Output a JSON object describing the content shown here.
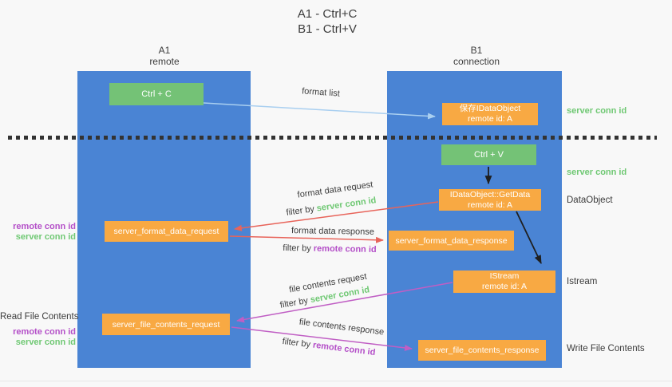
{
  "colors": {
    "bg": "#f8f8f8",
    "lane-blue": "#4a84d4",
    "box-orange": "#f8a943",
    "box-green": "#74c276",
    "box-text": "#ffffff",
    "text-dark": "#3c3c3c",
    "text-green": "#6fc873",
    "text-purple": "#b44fc8",
    "arrow-blue": "#a9cff0",
    "arrow-red": "#e8645a",
    "arrow-magenta": "#c05ec4",
    "arrow-black": "#1f1f1f",
    "divider-dark": "#333333",
    "bottom-line": "#e6e6e6"
  },
  "title": {
    "line1": "A1 - Ctrl+C",
    "line2": "B1 - Ctrl+V"
  },
  "lanes": {
    "a1": {
      "name": "A1",
      "subtitle": "remote"
    },
    "b1": {
      "name": "B1",
      "subtitle": "connection"
    }
  },
  "nodes": {
    "ctrl_c": "Ctrl + C",
    "save_dataobject": {
      "line1": "保存IDataObject",
      "line2": "remote id: A"
    },
    "ctrl_v": "Ctrl + V",
    "getdata": {
      "line1": "IDataObject::GetData",
      "line2": "remote id: A"
    },
    "format_request": "server_format_data_request",
    "format_response": "server_format_data_response",
    "istream": {
      "line1": "IStream",
      "line2": "remote id: A"
    },
    "file_request": "server_file_contents_request",
    "file_response": "server_file_contents_response"
  },
  "edge_labels": {
    "format_list": "format list",
    "format_data_request": "format data request",
    "format_data_response": "format data response",
    "file_contents_request": "file contents request",
    "file_contents_response": "file contents response",
    "filter_by": "filter by ",
    "server_conn_id": "server conn id",
    "remote_conn_id": "remote conn id"
  },
  "annotations": {
    "server_conn_id_top": "server conn id",
    "server_conn_id_mid": "server conn id",
    "dataobject": "DataObject",
    "istream": "Istream",
    "write_file_contents": "Write File Contents",
    "remote_conn_id_left1": "remote conn id",
    "server_conn_id_left1": "server conn id",
    "read_file_contents": "Read File Contents",
    "remote_conn_id_left2": "remote conn id",
    "server_conn_id_left2": "server conn id"
  }
}
